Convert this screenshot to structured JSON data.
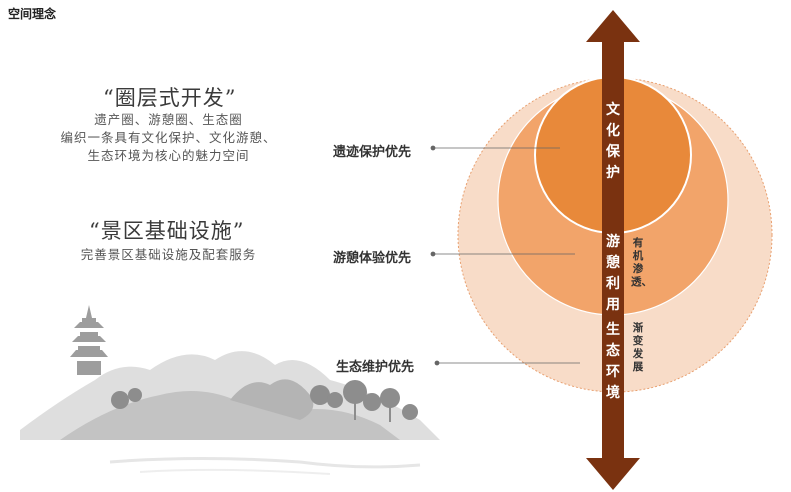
{
  "page_title": "空间理念",
  "left": {
    "heading1": "“圈层式开发”",
    "sub1_line1": "遗产圈、游憩圈、生态圈",
    "sub1_line2": "编织一条具有文化保护、文化游憩、",
    "sub1_line3": "生态环境为核心的魅力空间",
    "heading2": "“景区基础设施”",
    "sub2_line1": "完善景区基础设施及配套服务"
  },
  "circles": {
    "inner_label": "文化保护",
    "middle_label": "游憩利用",
    "outer_label": "生态环境"
  },
  "side_labels": {
    "top": "遗迹保护优先",
    "middle": "游憩体验优先",
    "bottom": "生态维护优先"
  },
  "arrow_notes": {
    "first": "有机渗透、",
    "second": "渐变发展"
  },
  "colors": {
    "inner": "#e8893a",
    "middle": "#f2a46a",
    "outer": "#f8dcc8",
    "arrow": "#7a3210"
  }
}
